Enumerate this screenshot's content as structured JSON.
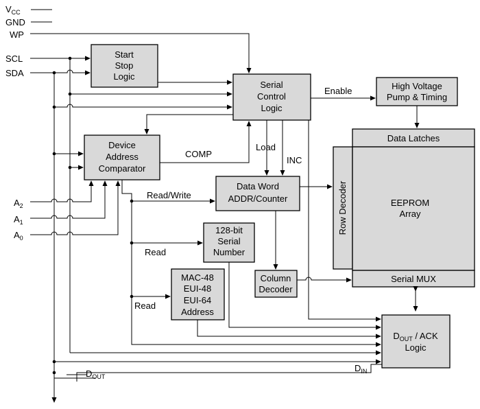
{
  "pins": {
    "vcc": {
      "main": "V",
      "sub": "CC"
    },
    "gnd": "GND",
    "wp": "WP",
    "scl": "SCL",
    "sda": "SDA",
    "a2": {
      "main": "A",
      "sub": "2"
    },
    "a1": {
      "main": "A",
      "sub": "1"
    },
    "a0": {
      "main": "A",
      "sub": "0"
    }
  },
  "blocks": {
    "start_stop": [
      "Start",
      "Stop",
      "Logic"
    ],
    "serial_control": [
      "Serial",
      "Control",
      "Logic"
    ],
    "high_voltage": [
      "High Voltage",
      "Pump & Timing"
    ],
    "device_address": [
      "Device",
      "Address",
      "Comparator"
    ],
    "data_latches": "Data Latches",
    "row_decoder": "Row Decoder",
    "eeprom": [
      "EEPROM",
      "Array"
    ],
    "data_word": [
      "Data Word",
      "ADDR/Counter"
    ],
    "serial_number": [
      "128-bit",
      "Serial",
      "Number"
    ],
    "column_decoder": [
      "Column",
      "Decoder"
    ],
    "serial_mux": "Serial MUX",
    "mac": [
      "MAC-48",
      "EUI-48",
      "EUI-64",
      "Address"
    ],
    "dout_ack": {
      "line1_main": "D",
      "line1_sub": "OUT",
      "line1_rest": " / ACK",
      "line2": "Logic"
    }
  },
  "signals": {
    "enable": "Enable",
    "comp": "COMP",
    "load": "Load",
    "inc": "INC",
    "read_write": "Read/Write",
    "read1": "Read",
    "read2": "Read",
    "dout": {
      "main": "D",
      "sub": "OUT"
    },
    "din": {
      "main": "D",
      "sub": "IN"
    }
  },
  "colors": {
    "block_fill": "#d9d9d9",
    "line": "#000000"
  }
}
